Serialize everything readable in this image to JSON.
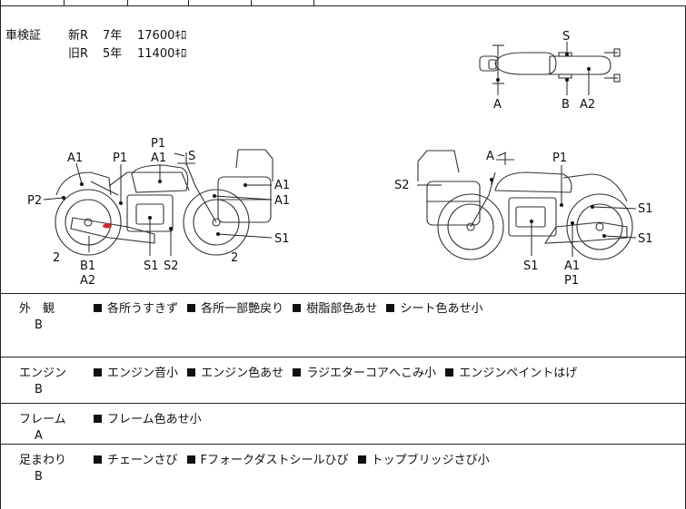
{
  "vin": {
    "label": "車検証",
    "rows": [
      {
        "name": "新R",
        "years": "7年",
        "amount": "17600ｷﾛ"
      },
      {
        "name": "旧R",
        "years": "5年",
        "amount": "11400ｷﾛ"
      }
    ]
  },
  "diagram_labels": {
    "top_S": "S",
    "top_A": "A",
    "top_B": "B",
    "top_A2": "A2",
    "left_A1": "A1",
    "left_P1a": "P1",
    "left_P1b": "P1",
    "left_A1b": "A1",
    "left_S": "S",
    "left_A1c": "A1",
    "left_A1d": "A1",
    "left_P2": "P2",
    "left_2a": "2",
    "left_B1": "B1",
    "left_A2": "A2",
    "left_S1": "S1",
    "left_S2": "S2",
    "left_2b": "2",
    "left_S1r": "S1",
    "right_A": "A",
    "right_P1": "P1",
    "right_S2": "S2",
    "right_S1a": "S1",
    "right_S1b": "S1",
    "right_S1c": "S1",
    "right_A1": "A1",
    "right_P1b": "P1"
  },
  "sections": [
    {
      "title": "外　観",
      "grade": "B",
      "items": [
        "各所うすきず",
        "各所一部艶戻り",
        "樹脂部色あせ",
        "シート色あせ小"
      ]
    },
    {
      "title": "エンジン",
      "grade": "B",
      "items": [
        "エンジン音小",
        "エンジン色あせ",
        "ラジエターコアへこみ小",
        "エンジンペイントはげ"
      ]
    },
    {
      "title": "フレーム",
      "grade": "A",
      "items": [
        "フレーム色あせ小"
      ]
    },
    {
      "title": "足まわり",
      "grade": "B",
      "items": [
        "チェーンさび",
        "Fフォークダストシールひび",
        "トップブリッジさび小"
      ]
    }
  ]
}
